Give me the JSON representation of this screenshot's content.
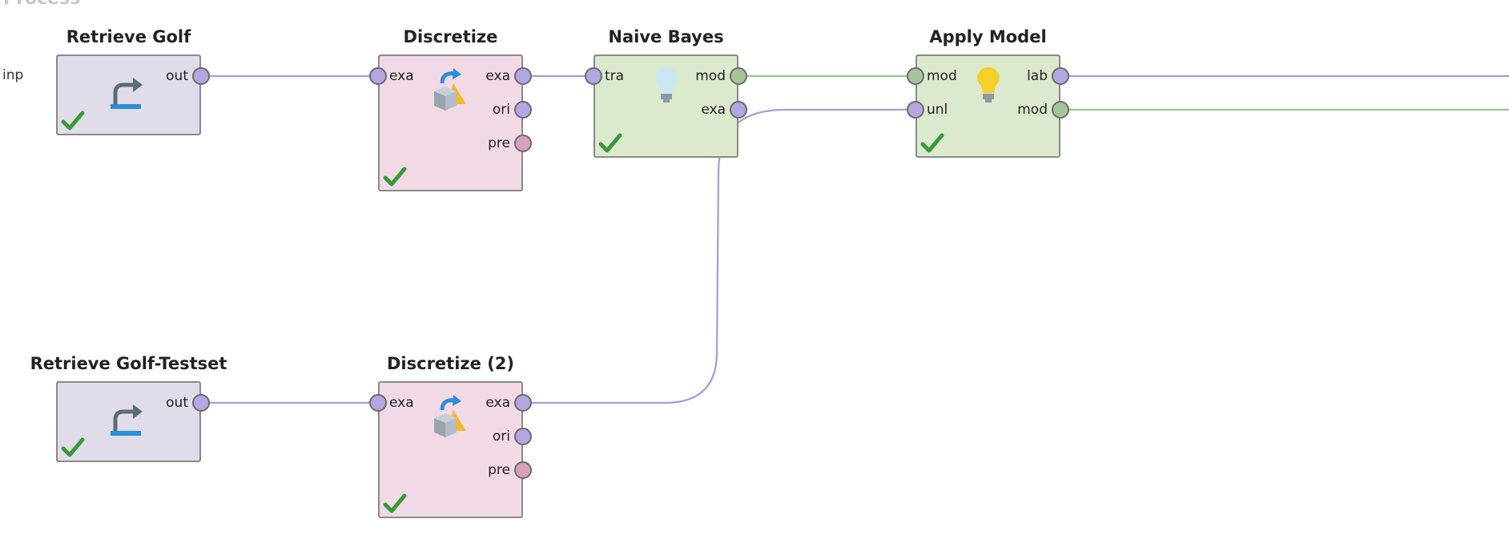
{
  "canvas": {
    "section_title": "Process",
    "input_port_label": "inp"
  },
  "operators": {
    "retrieve_golf": {
      "title": "Retrieve Golf",
      "ports": {
        "out": "out"
      }
    },
    "discretize": {
      "title": "Discretize",
      "ports": {
        "in": "exa",
        "out1": "exa",
        "out2": "ori",
        "out3": "pre"
      }
    },
    "naive_bayes": {
      "title": "Naive Bayes",
      "ports": {
        "in": "tra",
        "out1": "mod",
        "out2": "exa"
      }
    },
    "apply_model": {
      "title": "Apply Model",
      "ports": {
        "in1": "mod",
        "in2": "unl",
        "out1": "lab",
        "out2": "mod"
      }
    },
    "retrieve_golf_testset": {
      "title": "Retrieve Golf-Testset",
      "ports": {
        "out": "out"
      }
    },
    "discretize_2": {
      "title": "Discretize (2)",
      "ports": {
        "in": "exa",
        "out1": "exa",
        "out2": "ori",
        "out3": "pre"
      }
    }
  },
  "colors": {
    "example_set_connection": "#a89be0",
    "model_connection": "#9cc48e",
    "retrieve_fill": "#e0dcea",
    "preprocessing_fill": "#f1dae6",
    "modeling_fill": "#dbe9cd",
    "status_ok": "#3a9a3a"
  }
}
